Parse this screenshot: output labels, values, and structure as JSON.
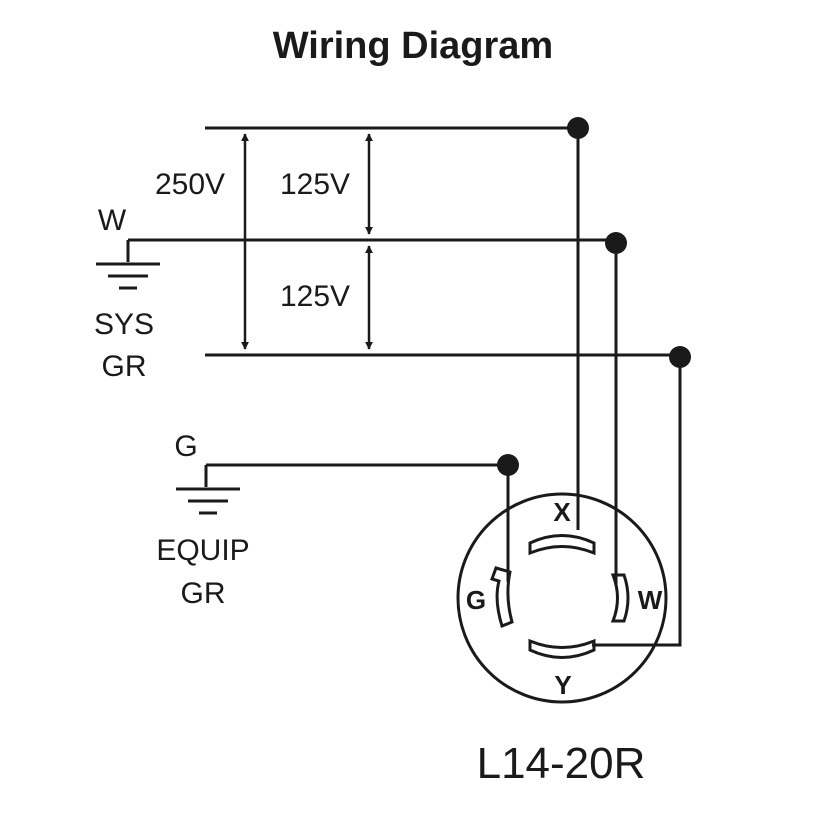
{
  "title": "Wiring Diagram",
  "voltages": {
    "total": "250V",
    "upper": "125V",
    "lower": "125V"
  },
  "labels": {
    "neutral": "W",
    "system_ground_line1": "SYS",
    "system_ground_line2": "GR",
    "equipment": "G",
    "equipment_ground_line1": "EQUIP",
    "equipment_ground_line2": "GR"
  },
  "receptacle": {
    "model": "L14-20R",
    "pins": {
      "x": "X",
      "w": "W",
      "y": "Y",
      "g": "G"
    }
  },
  "colors": {
    "line": "#1a1a1a",
    "background": "#ffffff"
  }
}
